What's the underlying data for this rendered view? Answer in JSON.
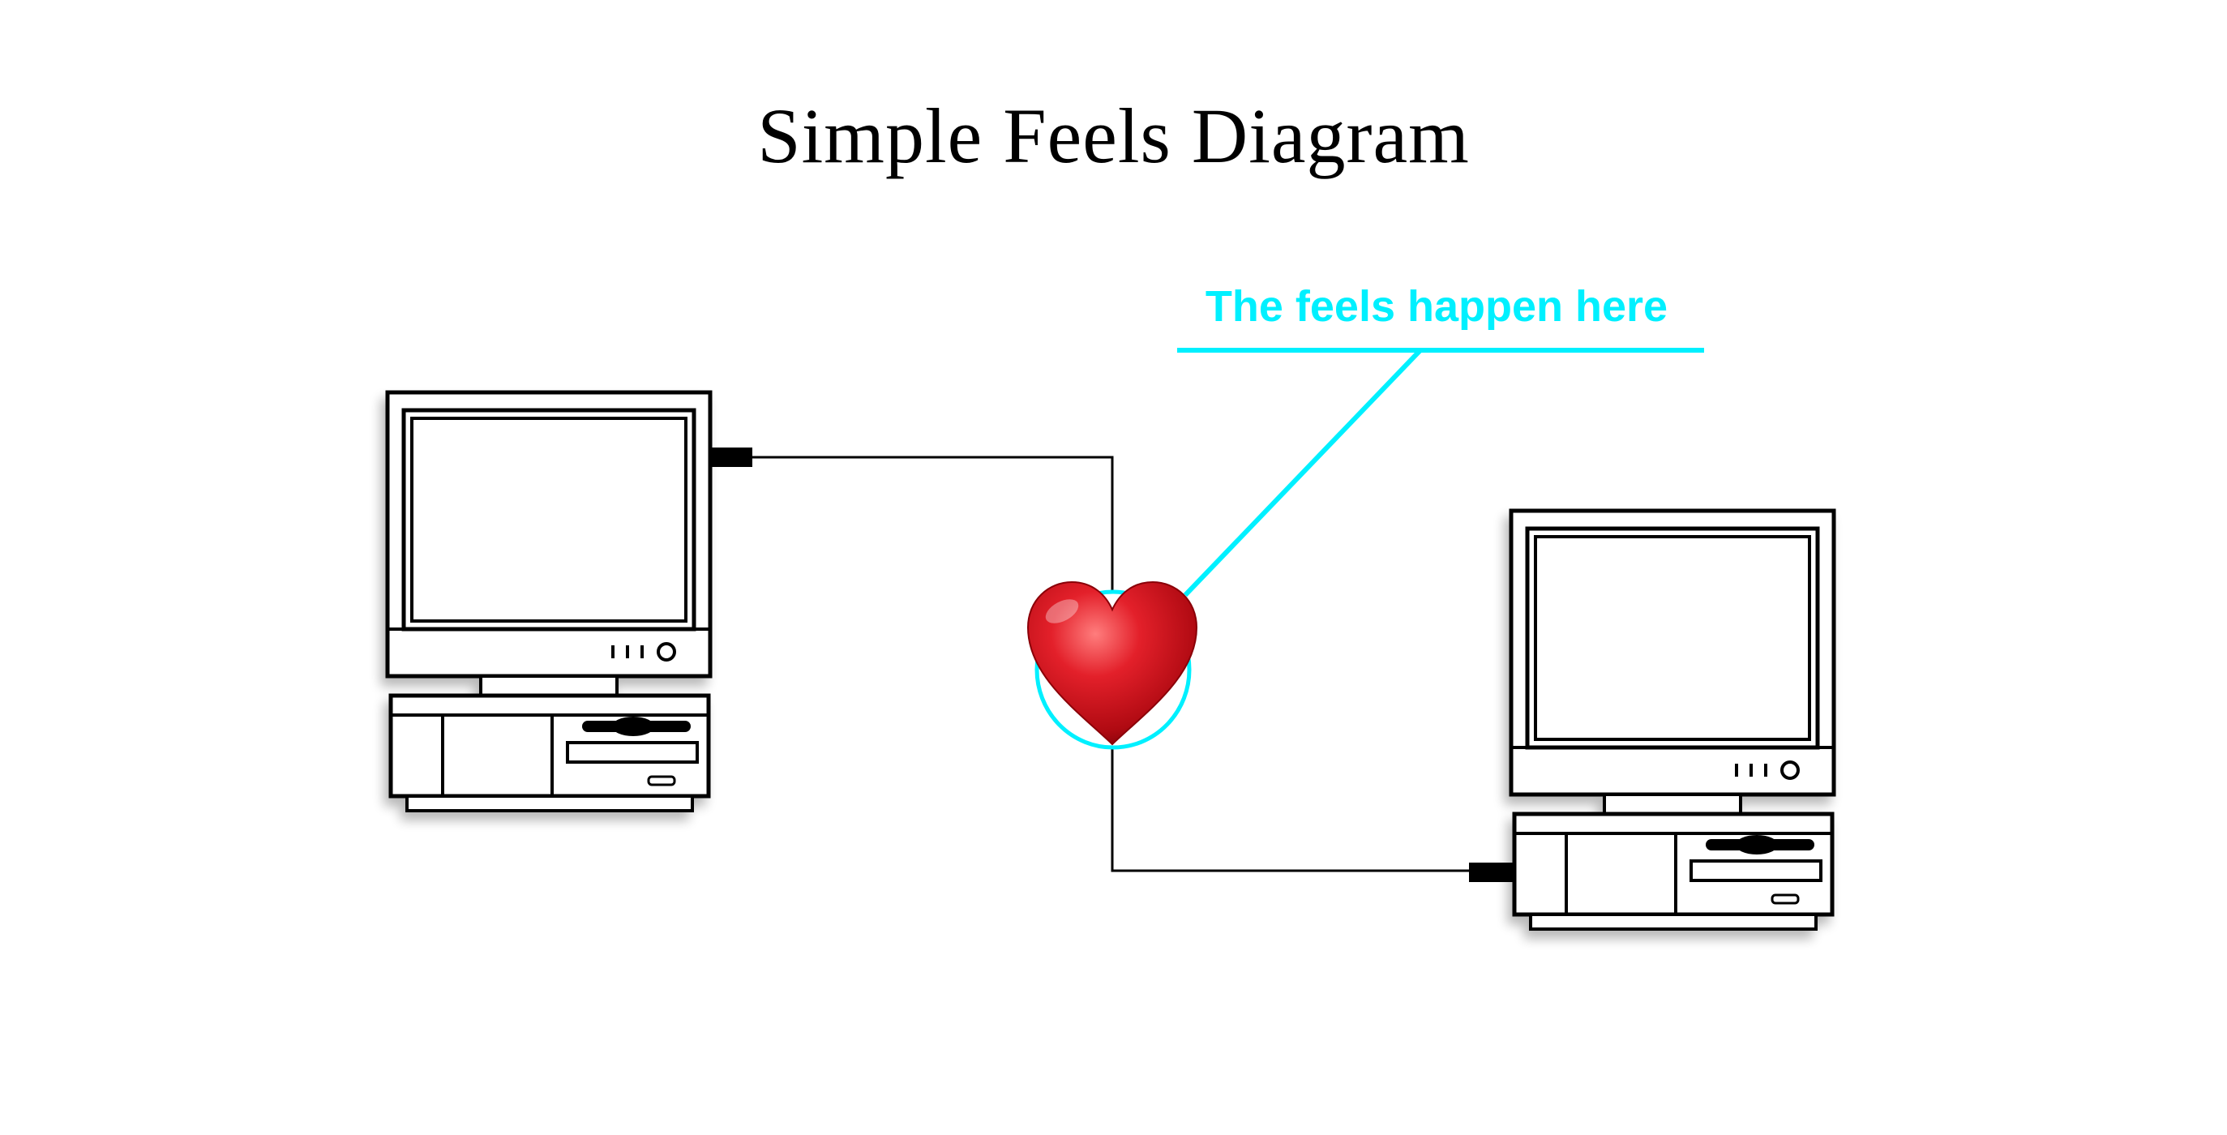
{
  "title": "Simple Feels Diagram",
  "callout": {
    "label": "The feels happen here",
    "color": "#00f0ff"
  },
  "colors": {
    "wire": "#000000",
    "outline": "#000000",
    "heart": "#c8101a",
    "heart_ring": "#00f0ff"
  },
  "nodes": [
    {
      "name": "computer-left",
      "icon": "desktop-computer-icon"
    },
    {
      "name": "heart",
      "icon": "heart-icon"
    },
    {
      "name": "computer-right",
      "icon": "desktop-computer-icon"
    }
  ]
}
